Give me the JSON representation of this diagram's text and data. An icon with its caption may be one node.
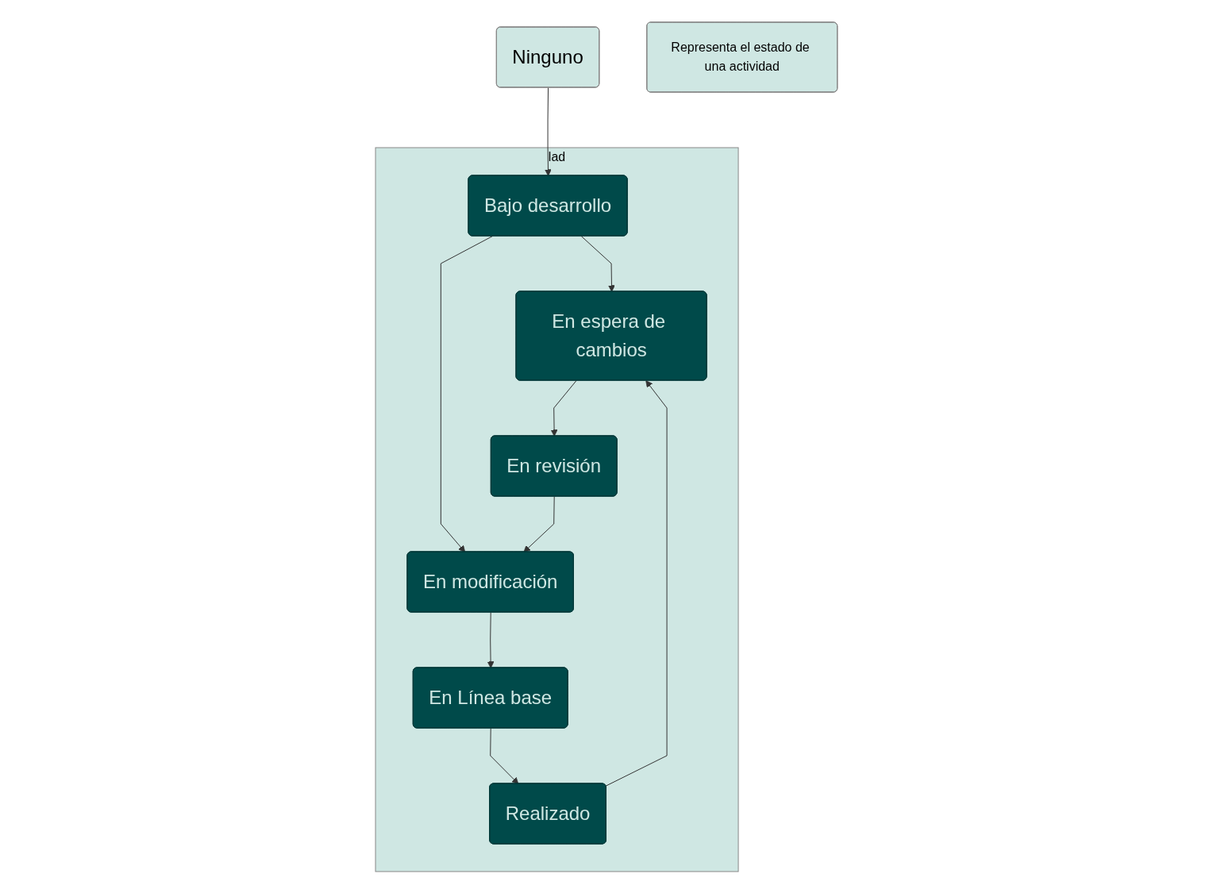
{
  "diagram": {
    "nodes": [
      {
        "text": [
          "lad"
        ]
      },
      {
        "text": [
          "Ninguno"
        ]
      },
      {
        "text": [
          "Bajo desarrollo"
        ],
        "in": 0
      },
      {
        "text": [
          "Representa el estado de una actividad"
        ]
      },
      {
        "text": [
          "En espera de cambios"
        ],
        "in": 0
      },
      {
        "text": [
          "En revisión"
        ],
        "in": 0
      },
      {
        "text": [
          "En modificación"
        ],
        "in": 0
      },
      {
        "text": [
          "En Línea base"
        ],
        "in": 0
      },
      {
        "text": [
          "Realizado"
        ],
        "in": 0
      }
    ],
    "edges": [
      {
        "from": 1,
        "to": 2,
        "arrow": "to"
      },
      {
        "from": 2,
        "to": 4,
        "arrow": "to"
      },
      {
        "from": 2,
        "to": 6,
        "arrow": "to"
      },
      {
        "from": 4,
        "to": 5,
        "arrow": "to"
      },
      {
        "from": 5,
        "to": 6,
        "arrow": "to"
      },
      {
        "from": 6,
        "to": 7,
        "arrow": "to"
      },
      {
        "from": 7,
        "to": 8,
        "arrow": "to"
      },
      {
        "from": 8,
        "to": 4,
        "arrow": "to"
      }
    ]
  }
}
